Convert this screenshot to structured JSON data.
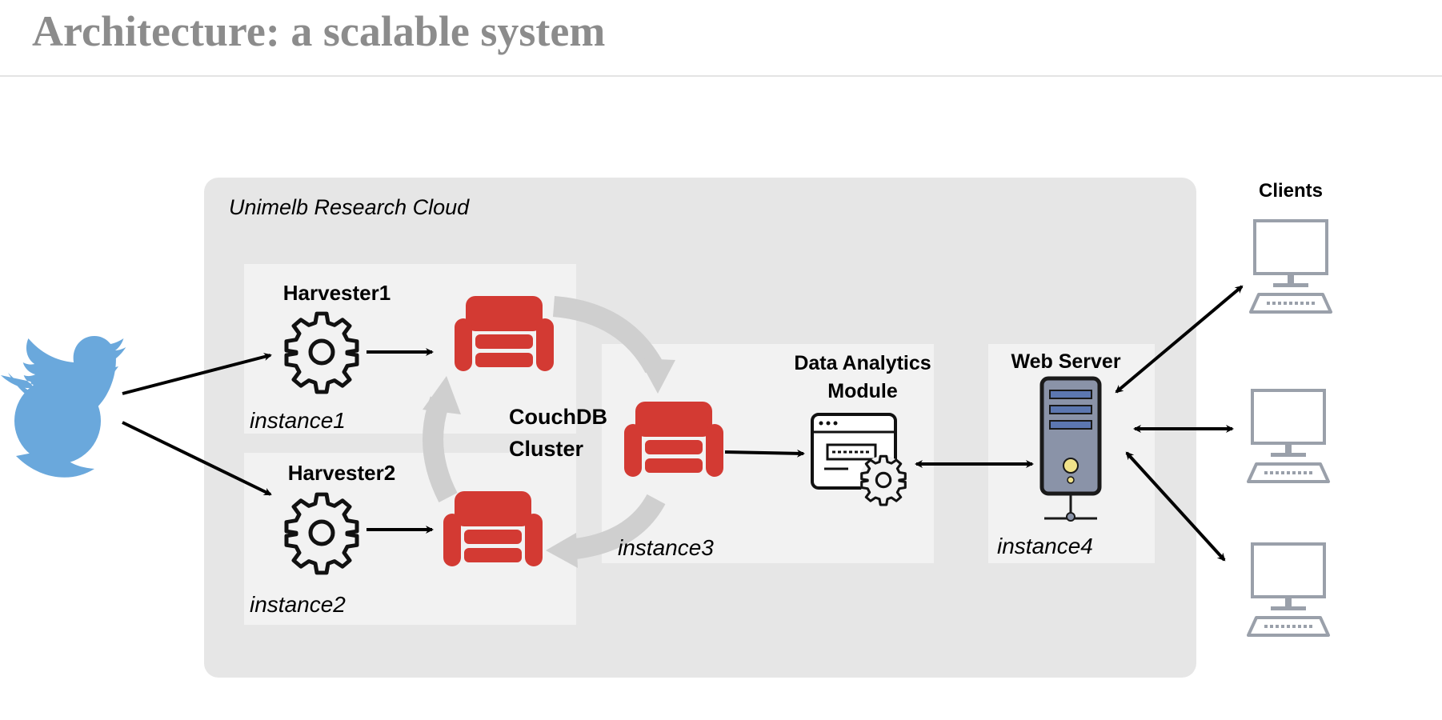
{
  "title": "Architecture: a scalable system",
  "diagram": {
    "cloud_label": "Unimelb Research Cloud",
    "harvester1": {
      "label": "Harvester1",
      "instance": "instance1"
    },
    "harvester2": {
      "label": "Harvester2",
      "instance": "instance2"
    },
    "couchdb": {
      "label_line1": "CouchDB",
      "label_line2": "Cluster"
    },
    "analytics": {
      "label_line1": "Data Analytics",
      "label_line2": "Module",
      "instance": "instance3"
    },
    "webserver": {
      "label": "Web Server",
      "instance": "instance4"
    },
    "clients": {
      "label": "Clients"
    }
  },
  "colors": {
    "title": "#8c8c8c",
    "couch_red": "#d33a33",
    "twitter_blue": "#6aa8dc",
    "cloud_bg": "#e6e6e6",
    "panel_bg": "#f2f2f2",
    "cycle_arrow": "#cfcfcf",
    "client_gray": "#9aa0aa",
    "server_body": "#8a93a8",
    "server_slot": "#5c77b0"
  },
  "icons": [
    "twitter-bird-icon",
    "gear-icon",
    "couchdb-icon",
    "analytics-window-icon",
    "server-icon",
    "client-computer-icon"
  ]
}
